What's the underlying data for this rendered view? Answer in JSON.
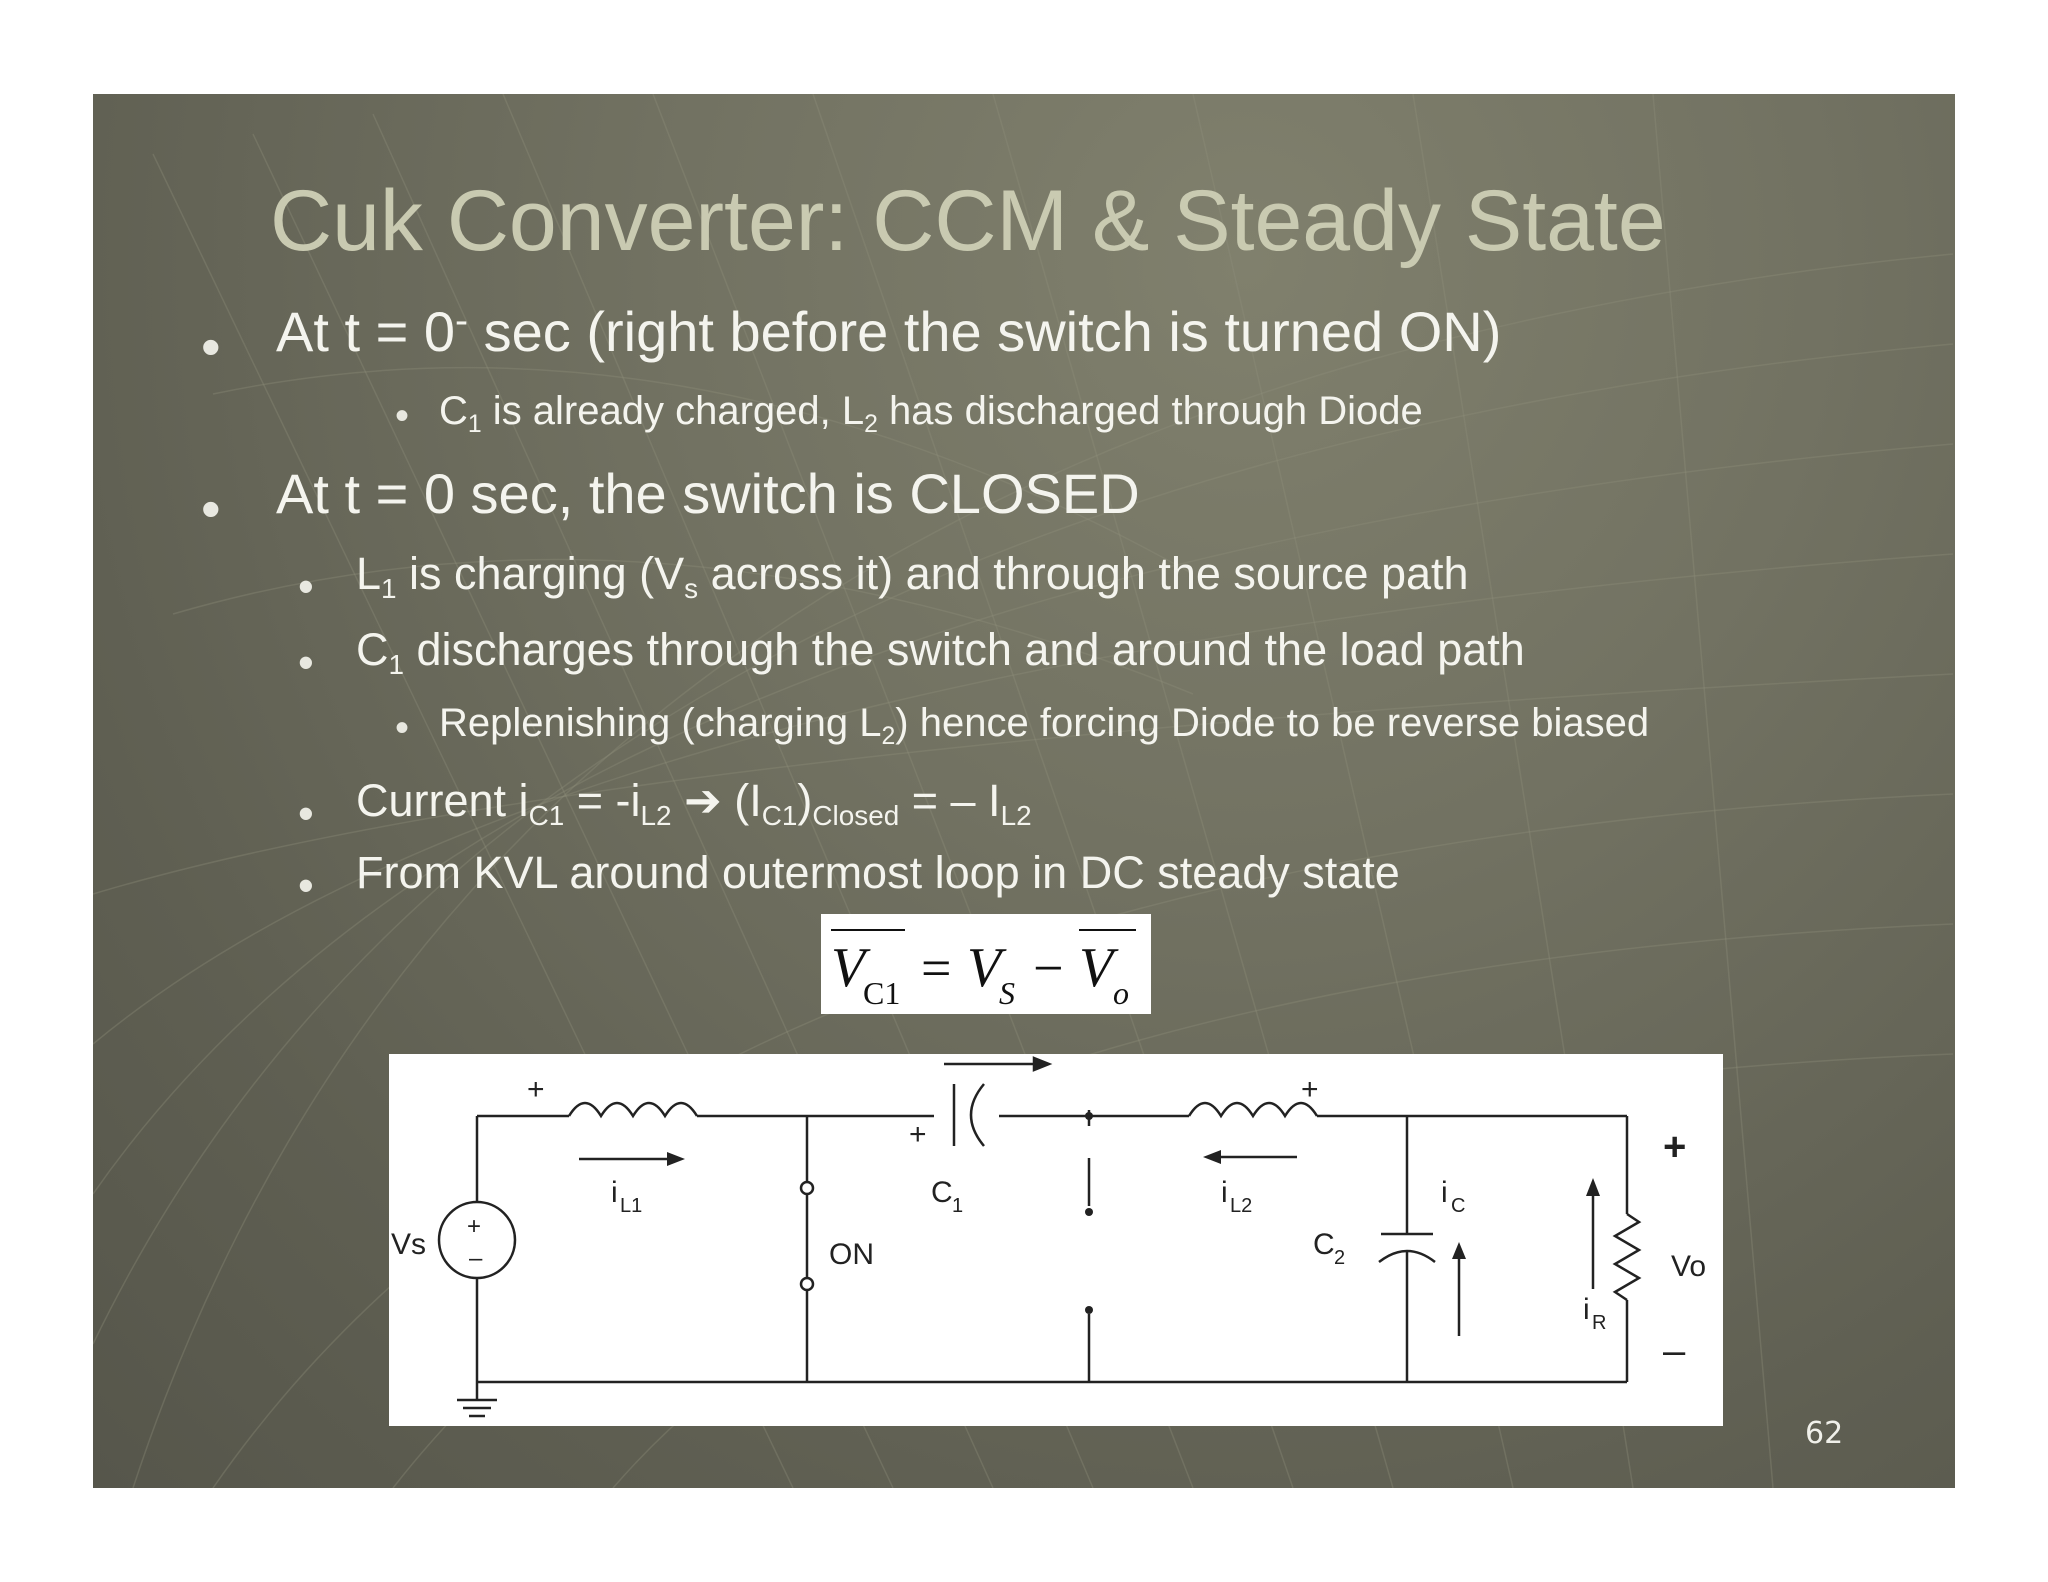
{
  "slide": {
    "title": "Cuk Converter: CCM & Steady State",
    "page_number": "62"
  },
  "bullets": {
    "b1": {
      "pre": "At t = 0",
      "sup": "-",
      "post": " sec (right before the switch is turned ON)"
    },
    "b1_1": {
      "t1": "C",
      "s1": "1",
      "t2": " is already charged, L",
      "s2": "2",
      "t3": " has discharged through Diode"
    },
    "b2": {
      "text": "At t = 0 sec, the switch is CLOSED"
    },
    "b2_1": {
      "t1": "L",
      "s1": "1",
      "t2": " is charging (V",
      "s2": "s",
      "t3": " across it) and through the source path"
    },
    "b2_2": {
      "t1": "C",
      "s1": "1",
      "t2": " discharges through the switch and around the load path"
    },
    "b2_2_1": {
      "t1": "Replenishing (charging L",
      "s1": "2",
      "t2": ") hence forcing Diode to be reverse biased"
    },
    "b2_3": {
      "t1": "Current i",
      "s1": "C1",
      "t2": " = -i",
      "s2": "L2",
      "arrow": " ➔ ",
      "t3": "(I",
      "s3": "C1",
      "t4": ")",
      "s4": "Closed",
      "t5": " = – I",
      "s5": "L2"
    },
    "b2_4": {
      "text": "From KVL around outermost loop in DC steady state"
    }
  },
  "formula": {
    "lhs_var": "V",
    "lhs_sub": "C1",
    "eq": "=",
    "vs_var": "V",
    "vs_sub": "S",
    "minus": "−",
    "vo_var": "V",
    "vo_sub": "o"
  },
  "circuit": {
    "plus_l1": "+",
    "il1_main": "i",
    "il1_sub": "L1",
    "plus_c1": "+",
    "c1_main": "C",
    "c1_sub": "1",
    "plus_l2": "+",
    "il2_main": "i",
    "il2_sub": "L2",
    "vs_label": "Vs",
    "src_plus": "+",
    "src_minus": "–",
    "switch_label": "ON",
    "c2_main": "C",
    "c2_sub": "2",
    "ic_main": "i",
    "ic_sub": "C",
    "ir_main": "i",
    "ir_sub": "R",
    "out_plus": "+",
    "vo_label": "Vo",
    "out_minus": "–"
  },
  "colors": {
    "title": "#c9cab1",
    "body_text": "#f4f4ee",
    "background": "#6b6b5b"
  }
}
